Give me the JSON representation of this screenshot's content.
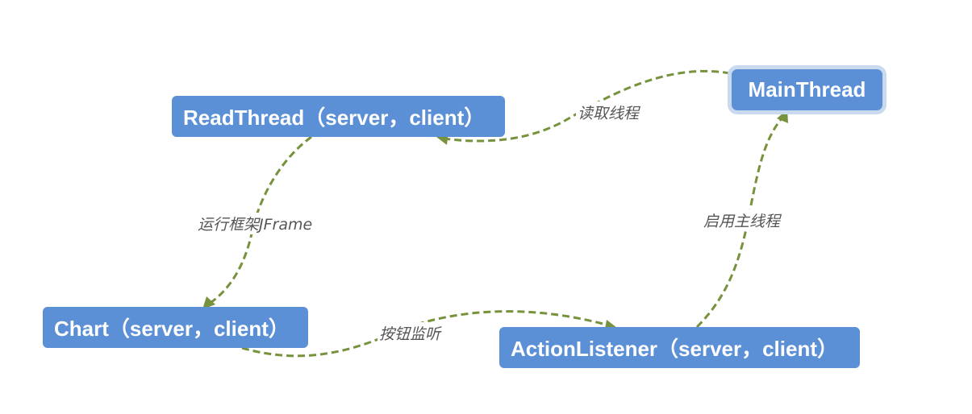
{
  "diagram": {
    "nodes": {
      "main_thread": "MainThread",
      "read_thread": "ReadThread（server，client）",
      "chart": "Chart（server，client）",
      "action_listener": "ActionListener（server，client）"
    },
    "edges": {
      "main_to_read": "读取线程",
      "read_to_chart": "运行框架JFrame",
      "chart_to_listener": "按钮监听",
      "listener_to_main": "启用主线程"
    },
    "colors": {
      "node_fill": "#5b8fd6",
      "node_text": "#ffffff",
      "selected_outline": "#c9daee",
      "edge": "#76923c",
      "label_text": "#555555"
    }
  }
}
